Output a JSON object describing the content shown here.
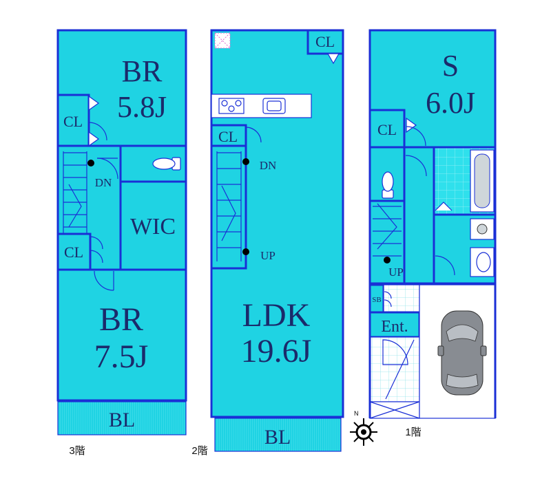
{
  "floor3": {
    "title": "3階",
    "rooms": {
      "br_top": {
        "name": "BR",
        "size": "5.8J"
      },
      "cl1": "CL",
      "dn": "DN",
      "wic": "WIC",
      "cl2": "CL",
      "br_bottom": {
        "name": "BR",
        "size": "7.5J"
      },
      "bl": "BL"
    }
  },
  "floor2": {
    "title": "2階",
    "rooms": {
      "cl_top": "CL",
      "cl_stair": "CL",
      "dn": "DN",
      "up": "UP",
      "ldk": {
        "name": "LDK",
        "size": "19.6J"
      },
      "bl": "BL"
    }
  },
  "floor1": {
    "title": "1階",
    "rooms": {
      "s": {
        "name": "S",
        "size": "6.0J"
      },
      "cl": "CL",
      "up": "UP",
      "sb": "SB",
      "ent": "Ent."
    }
  },
  "compass": {
    "north": "N"
  },
  "colors": {
    "room": "#1fd3e3",
    "wall": "#1a2fd6",
    "text": "#1b2a6b"
  }
}
